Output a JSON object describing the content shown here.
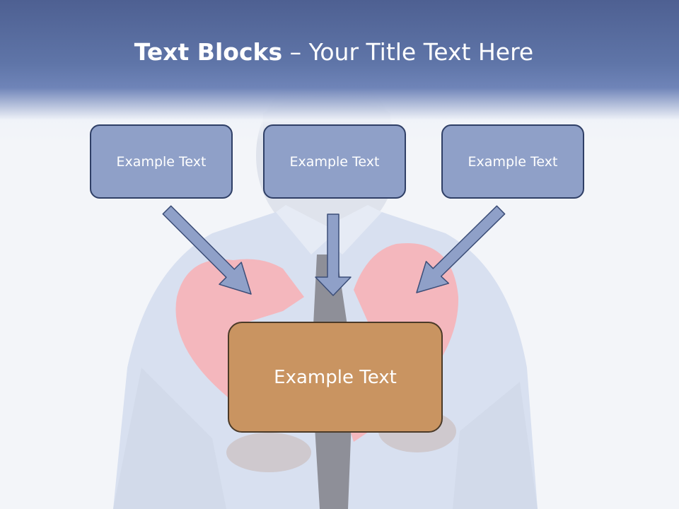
{
  "title": {
    "bold": "Text Blocks",
    "dash": " – ",
    "rest": "Your Title Text Here"
  },
  "boxes": {
    "left": "Example Text",
    "center": "Example Text",
    "right": "Example Text",
    "bottom": "Example Text"
  },
  "colors": {
    "title_band": "#5f75a8",
    "small_box_fill": "#8fa0c8",
    "small_box_border": "#2f3f66",
    "big_box_fill": "#c99461",
    "big_box_border": "#4b3a28",
    "arrow_fill": "#8fa0c8",
    "heart": "#f4b7bd"
  }
}
